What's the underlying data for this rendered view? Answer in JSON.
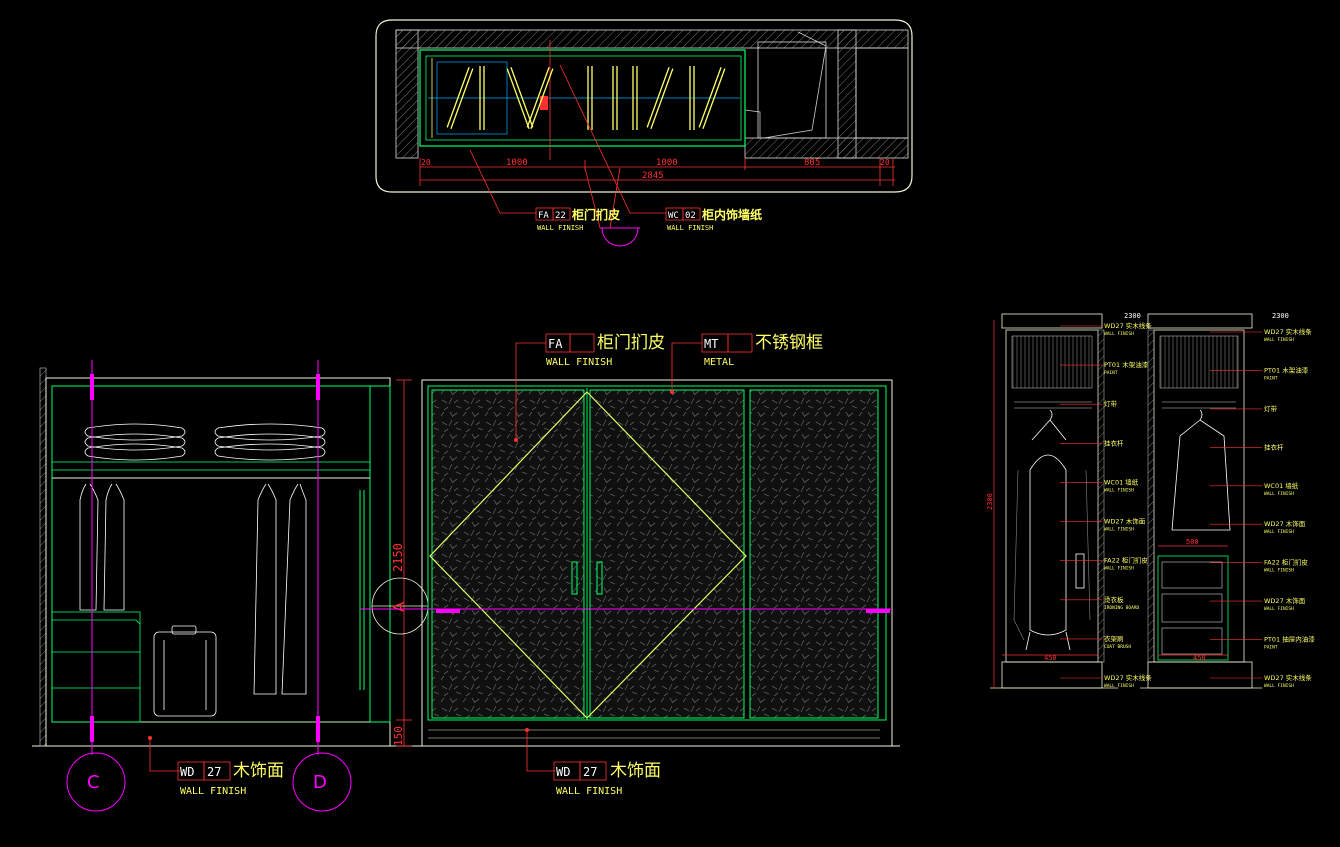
{
  "colors": {
    "background": "#000000",
    "frame": "#f2f2d2",
    "cabinet": "#00ff66",
    "dimension": "#ff3030",
    "leader": "#ff3030",
    "label": "#ffff66",
    "tag_text": "#ffffff",
    "marker": "#ff00ff",
    "hanger": "#ffffff",
    "hatch": "#888888",
    "dark_fill": "#1a1a1a"
  },
  "plan": {
    "dims": {
      "d1": "1000",
      "d2": "1000",
      "d3": "805",
      "d_left": "20",
      "d_right": "20",
      "total": "2845"
    },
    "callout_left": {
      "code": "FA",
      "num": "22",
      "text": "柜门扪皮",
      "sub": "WALL FINISH"
    },
    "callout_right": {
      "code": "WC",
      "num": "02",
      "text": "柜内饰墙纸",
      "sub": "WALL FINISH"
    }
  },
  "elevation": {
    "dim_height": "2150",
    "dim_plinth": "150",
    "section_marker": "A",
    "callout_top_left": {
      "code": "FA",
      "num": "",
      "text": "柜门扪皮",
      "sub": "WALL FINISH"
    },
    "callout_top_right": {
      "code": "MT",
      "num": "",
      "text": "不锈钢框",
      "sub": "METAL"
    },
    "callout_bottom_left": {
      "code": "WD",
      "num": "27",
      "text": "木饰面",
      "sub": "WALL FINISH"
    },
    "callout_bottom_right": {
      "code": "WD",
      "num": "27",
      "text": "木饰面",
      "sub": "WALL FINISH"
    },
    "section_c": "C",
    "section_d": "D"
  },
  "sections": {
    "left": {
      "top_dim": "2300",
      "dim_total": "2300",
      "dim_bottom_width": "450",
      "labels": [
        {
          "code": "WD27",
          "text": "实木线条",
          "sub": "WALL FINISH"
        },
        {
          "code": "PT01",
          "text": "木架油漆",
          "sub": "PAINT"
        },
        {
          "code": "",
          "text": "灯带",
          "sub": ""
        },
        {
          "code": "",
          "text": "挂衣杆",
          "sub": ""
        },
        {
          "code": "WC01",
          "text": "墙纸",
          "sub": "WALL FINISH"
        },
        {
          "code": "WD27",
          "text": "木饰面",
          "sub": "WALL FINISH"
        },
        {
          "code": "FA22",
          "text": "柜门扪皮",
          "sub": "WALL FINISH"
        },
        {
          "code": "",
          "text": "烫衣板",
          "sub": "IRONING BOARD"
        },
        {
          "code": "",
          "text": "衣架刷",
          "sub": "COAT BRUSH"
        },
        {
          "code": "WD27",
          "text": "实木线条",
          "sub": "WALL FINISH"
        }
      ]
    },
    "right": {
      "top_dim": "2300",
      "dim_mid_width": "500",
      "dim_bottom_width": "450",
      "labels": [
        {
          "code": "WD27",
          "text": "实木线条",
          "sub": "WALL FINISH"
        },
        {
          "code": "PT01",
          "text": "木架油漆",
          "sub": "PAINT"
        },
        {
          "code": "",
          "text": "灯带",
          "sub": ""
        },
        {
          "code": "",
          "text": "挂衣杆",
          "sub": ""
        },
        {
          "code": "WC01",
          "text": "墙纸",
          "sub": "WALL FINISH"
        },
        {
          "code": "WD27",
          "text": "木饰面",
          "sub": "WALL FINISH"
        },
        {
          "code": "FA22",
          "text": "柜门扪皮",
          "sub": "WALL FINISH"
        },
        {
          "code": "WD27",
          "text": "木饰面",
          "sub": "WALL FINISH"
        },
        {
          "code": "PT01",
          "text": "抽屉内油漆",
          "sub": "PAINT"
        },
        {
          "code": "WD27",
          "text": "实木线条",
          "sub": "WALL FINISH"
        }
      ]
    }
  }
}
